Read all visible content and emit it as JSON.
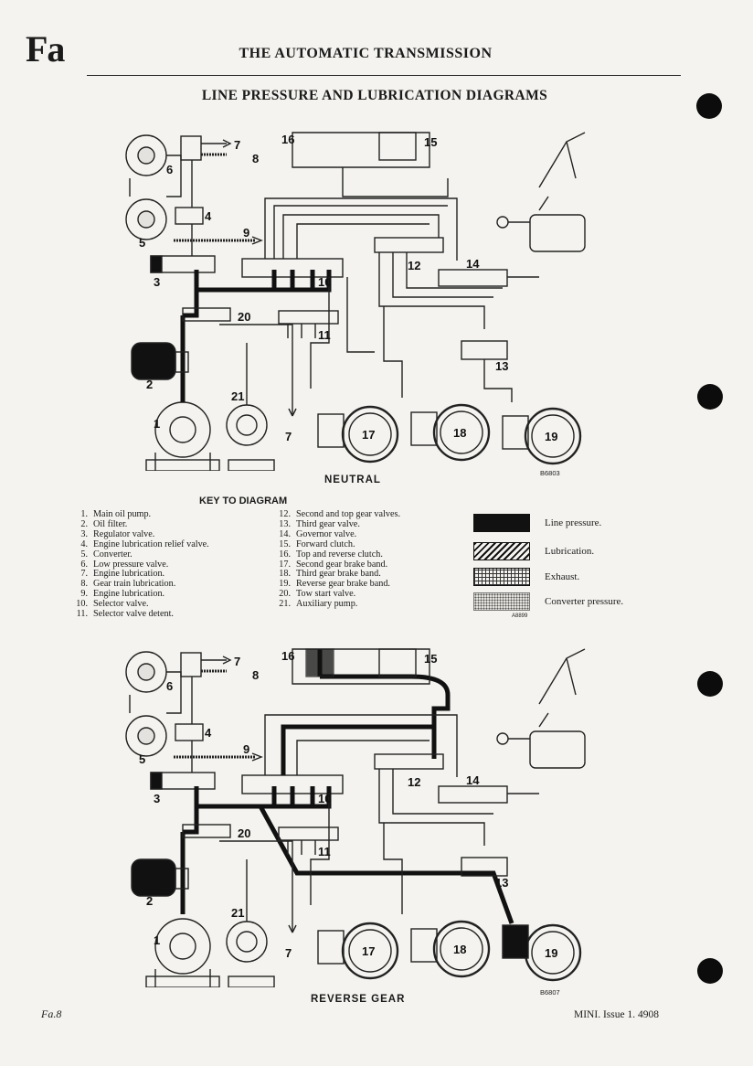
{
  "header": {
    "section_code": "Fa",
    "title": "THE AUTOMATIC TRANSMISSION"
  },
  "page_title": "LINE PRESSURE AND LUBRICATION DIAGRAMS",
  "diagrams": [
    {
      "caption": "NEUTRAL",
      "ref": "B6803"
    },
    {
      "caption": "REVERSE GEAR",
      "ref": "B6807"
    }
  ],
  "component_numbers": [
    "1",
    "2",
    "3",
    "4",
    "5",
    "6",
    "7",
    "8",
    "9",
    "10",
    "11",
    "12",
    "13",
    "14",
    "15",
    "16",
    "17",
    "18",
    "19",
    "20",
    "21"
  ],
  "key": {
    "title": "KEY TO DIAGRAM",
    "items": [
      {
        "n": "1.",
        "label": "Main oil pump."
      },
      {
        "n": "2.",
        "label": "Oil filter."
      },
      {
        "n": "3.",
        "label": "Regulator valve."
      },
      {
        "n": "4.",
        "label": "Engine lubrication relief valve."
      },
      {
        "n": "5.",
        "label": "Converter."
      },
      {
        "n": "6.",
        "label": "Low pressure valve."
      },
      {
        "n": "7.",
        "label": "Engine lubrication."
      },
      {
        "n": "8.",
        "label": "Gear train lubrication."
      },
      {
        "n": "9.",
        "label": "Engine lubrication."
      },
      {
        "n": "10.",
        "label": "Selector valve."
      },
      {
        "n": "11.",
        "label": "Selector valve detent."
      },
      {
        "n": "12.",
        "label": "Second and top gear valves."
      },
      {
        "n": "13.",
        "label": "Third gear valve."
      },
      {
        "n": "14.",
        "label": "Governor valve."
      },
      {
        "n": "15.",
        "label": "Forward clutch."
      },
      {
        "n": "16.",
        "label": "Top and reverse clutch."
      },
      {
        "n": "17.",
        "label": "Second gear brake band."
      },
      {
        "n": "18.",
        "label": "Third gear brake band."
      },
      {
        "n": "19.",
        "label": "Reverse gear brake band."
      },
      {
        "n": "20.",
        "label": "Tow start valve."
      },
      {
        "n": "21.",
        "label": "Auxiliary pump."
      }
    ]
  },
  "legend": {
    "line_pressure": "Line pressure.",
    "lubrication": "Lubrication.",
    "exhaust": "Exhaust.",
    "converter_pressure": "Converter pressure.",
    "ref": "A8899"
  },
  "footer": {
    "left": "Fa.8",
    "right": "MINI.  Issue 1.  4908"
  },
  "colors": {
    "ink": "#111111",
    "paper": "#f4f3ef"
  }
}
